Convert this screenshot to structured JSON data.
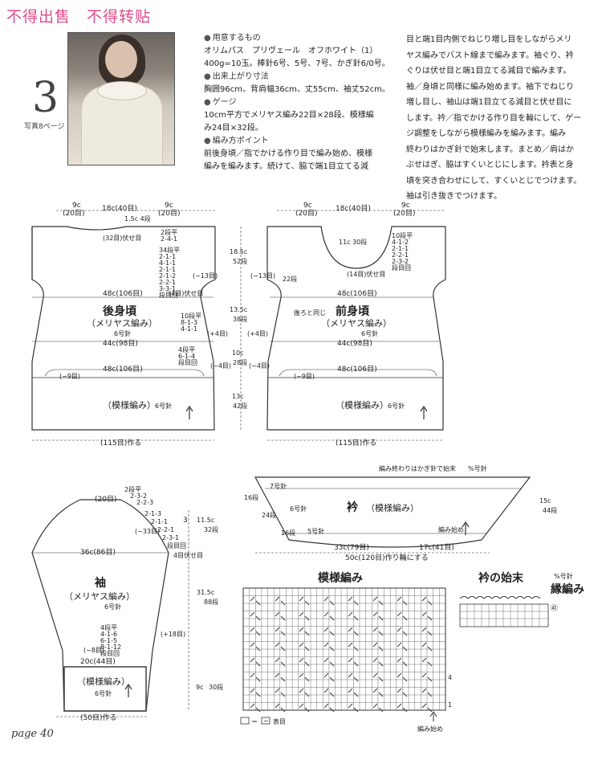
{
  "watermark": "不得出售　不得转贴",
  "project": {
    "number": "3",
    "photo_ref": "写真8ページ"
  },
  "materials": {
    "heading": "用意するもの",
    "line1": "オリムパス　プリヴェール　オフホワイト（1）",
    "line2": "400g=10玉。棒針6号、5号、7号、かぎ針6/0号。"
  },
  "size": {
    "heading": "出来上がり寸法",
    "line1": "胸囲96cm、背肩幅36cm、丈55cm、袖丈52cm。"
  },
  "gauge": {
    "heading": "ゲージ",
    "line1": "10cm平方でメリヤス編み22目×28段、模様編",
    "line2": "み24目×32段。"
  },
  "points": {
    "heading": "編み方ポイント",
    "line1": "前後身頃／指でかける作り目で編み始め、模様",
    "line2": "編みを編みます。続けて、脇で端1目立てる減",
    "col2": [
      "目と端1目内側でねじり増し目をしながらメリ",
      "ヤス編みでバスト線まで編みます。袖ぐり、衿",
      "ぐりは伏せ目と端1目立てる減目で編みます。",
      "袖／身頃と同様に編み始めます。袖下でねじり",
      "増し目し、袖山は端1目立てる減目と伏せ目に",
      "します。衿／指でかける作り目を輪にして、ゲー",
      "ジ調整をしながら模様編みを編みます。編み",
      "終わりはかぎ針で始末します。まとめ／肩はか",
      "ぶせはぎ、脇はすくいとじにします。衿表と身",
      "頃を突き合わせにして、すくいとじでつけます。",
      "袖は引き抜きでつけます。"
    ]
  },
  "back": {
    "title": "後身頃",
    "stitch": "（メリヤス編み）",
    "needle": "6号針",
    "shoulder_l": "9c",
    "shoulder_l2": "(20目)",
    "neck": "18c(40目)",
    "shoulder_r": "9c",
    "shoulder_r2": "(20目)",
    "neck_depth": "1.5c 4段",
    "neck_bind": "(32目)伏せ目",
    "neck_dec": [
      "2段平",
      "2-4-1"
    ],
    "armhole_dec": [
      "34段平",
      "2-1-1",
      "4-1-1",
      "2-1-1",
      "2-1-2",
      "2-2-1",
      "3-3-1",
      "段目回"
    ],
    "minus13": "(−13目)",
    "bust": "48c(106目)",
    "bust_bind": "(4目)伏せ目",
    "side_inc": [
      "10段平",
      "8-1-3",
      "4-1-1"
    ],
    "plus4": "(+4目)",
    "waist": "44c(98目)",
    "side_dec": [
      "4段平",
      "6-1-4",
      "段目回"
    ],
    "minus4": "(−4目)",
    "hem_top": "48c(106目)",
    "minus9": "(−9目)",
    "ribbing": "（模様編み）",
    "ribbing_needle": "6号針",
    "cast_on": "(115目)作る",
    "v1": "18.5c",
    "v1b": "52段",
    "v2": "13.5c",
    "v2b": "38段",
    "v3": "10c",
    "v3b": "28段",
    "v4": "13c",
    "v4b": "42段"
  },
  "front": {
    "title": "前身頃",
    "stitch": "（メリヤス編み）",
    "needle": "6号針",
    "shoulder_l": "9c",
    "shoulder_l2": "(20目)",
    "neck": "18c(40目)",
    "shoulder_r": "9c",
    "shoulder_r2": "(20目)",
    "neck_depth": "11c 30段",
    "neck_dec": [
      "10段平",
      "4-1-2",
      "2-1-1",
      "2-2-1",
      "2-3-2",
      "段目回"
    ],
    "neck_bind": "(14目)伏せ目",
    "back_note": "後ろと同じ",
    "armhole_depth": "22段",
    "minus13": "(−13目)",
    "bust": "48c(106目)",
    "plus4": "(+4目)",
    "waist": "44c(98目)",
    "minus4": "(−4目)",
    "hem_top": "48c(106目)",
    "minus9": "(−9目)",
    "ribbing": "（模様編み）",
    "ribbing_needle": "6号針",
    "cast_on": "(115目)作る"
  },
  "sleeve": {
    "title": "袖",
    "stitch": "（メリヤス編み）",
    "needle": "6号針",
    "top": "(20目)",
    "cap_dec": [
      "2段平",
      "2-3-2",
      "2-2-3",
      "2-1-3",
      "2-1-1",
      "2-2-1",
      "2-3-1",
      "段目回"
    ],
    "gt3": "3",
    "minus33": "(−33目)",
    "width": "36c(86目)",
    "bind": "4目伏せ目",
    "cap_h": "11.5c",
    "cap_hb": "32段",
    "body_h": "31.5c",
    "body_hb": "88段",
    "inc": [
      "4段平",
      "4-1-6",
      "6-1-5",
      "8-1-12",
      "段目回"
    ],
    "plus18": "(+18目)",
    "minus8": "(−8目)",
    "cuff": "20c(44目)",
    "ribbing": "（模様編み）",
    "ribbing_needle": "6号針",
    "cuff_h": "9c",
    "cuff_hb": "30段",
    "cast_on": "(50目)作る"
  },
  "collar": {
    "title": "衿",
    "stitch": "（模様編み）",
    "end_note": "編み終わりはかぎ針で始末",
    "end_hook": "%号針",
    "n7": "7号針",
    "n6": "6号針",
    "n5": "5号針",
    "r1": "16段",
    "r2": "24段",
    "r3": "16段",
    "height": "15c",
    "height_b": "44段",
    "front_w": "33c(79目)",
    "back_w": "17c(41目)",
    "total": "50c(120目)作り輪にする",
    "knit_start": "編み始め"
  },
  "pattern": {
    "title": "模様編み",
    "legend_eq": "＝",
    "legend_mark": "−",
    "legend_text": "表目",
    "start": "編み始め",
    "rows_right": [
      "4",
      "1"
    ]
  },
  "edge": {
    "title": "衿の始末",
    "hook": "%号針",
    "sub": "縁編み",
    "marker": "㊶"
  },
  "page": {
    "label": "page",
    "number": "40"
  }
}
